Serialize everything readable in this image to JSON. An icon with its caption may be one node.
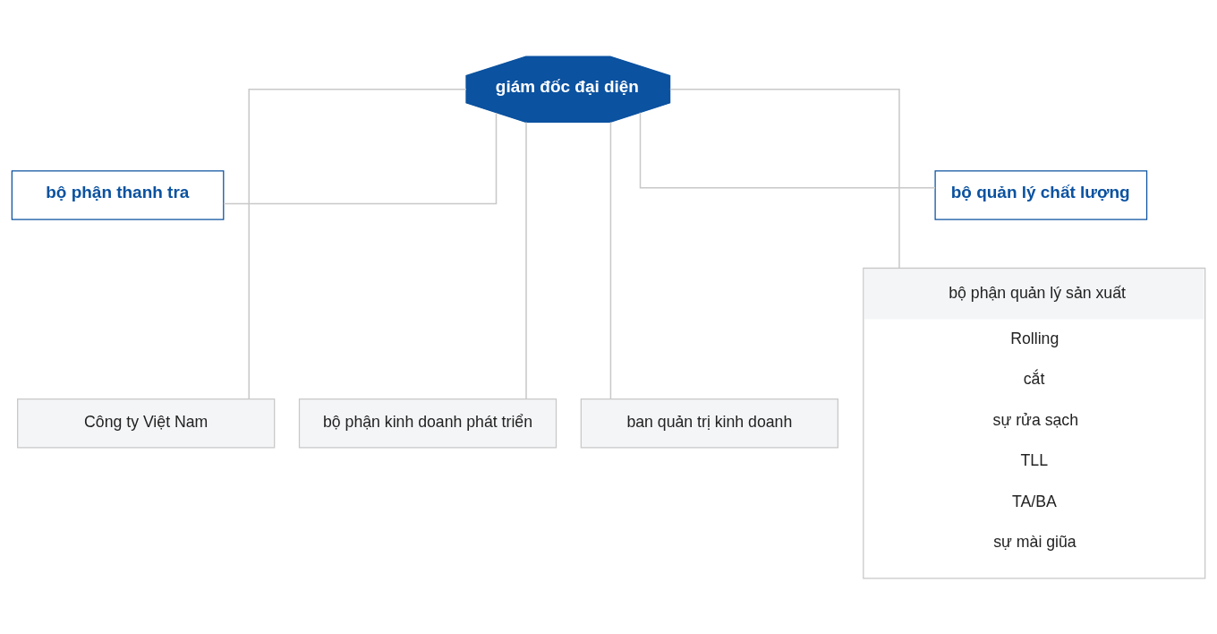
{
  "diagram": {
    "nodes": [
      {
        "text": [
          "giám đốc đại diện"
        ]
      },
      {
        "text": [
          "bộ phận thanh tra"
        ]
      },
      {
        "text": [
          "bộ quản lý chất lượng"
        ]
      },
      {
        "text": [
          "Công ty Việt Nam"
        ]
      },
      {
        "text": [
          "bộ phận kinh doanh phát triển"
        ]
      },
      {
        "text": [
          "ban quản trị kinh doanh"
        ]
      },
      {
        "text": [
          "bộ phận quản lý sản xuất",
          "Rolling",
          "cắt",
          "sự rửa sạch",
          "TLL",
          "TA/BA",
          "sự mài giũa"
        ]
      }
    ],
    "edges": [
      {
        "from": 0,
        "to": 1,
        "arrow": "none"
      },
      {
        "from": 0,
        "to": 3,
        "arrow": "none"
      },
      {
        "from": 0,
        "to": 4,
        "arrow": "none"
      },
      {
        "from": 0,
        "to": 5,
        "arrow": "none"
      },
      {
        "from": 0,
        "to": 6,
        "arrow": "none"
      },
      {
        "from": 0,
        "to": 2,
        "arrow": "none"
      }
    ]
  }
}
